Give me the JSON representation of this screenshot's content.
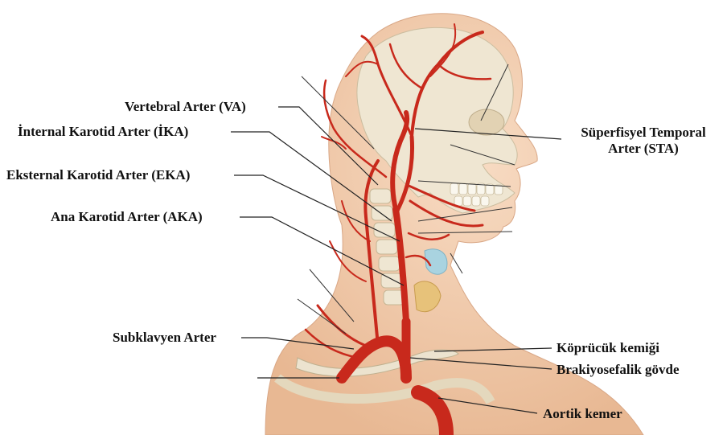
{
  "labels": {
    "vertebral": "Vertebral Arter (VA)",
    "internal_carotid": "İnternal Karotid Arter (İKA)",
    "external_carotid": "Eksternal Karotid Arter (EKA)",
    "common_carotid": "Ana Karotid Arter (AKA)",
    "subclavian": "Subklavyen Arter",
    "sta_line1": "Süperfisyel Temporal",
    "sta_line2": "Arter (STA)",
    "clavicle": "Köprücük kemiği",
    "brachiocephalic": "Brakiyosefalik gövde",
    "aortic_arch": "Aortik kemer"
  },
  "colors": {
    "artery": "#c8291c",
    "skin": "#f2c9a8",
    "bone": "#ece3cf",
    "thyroid": "#a9d3e0"
  }
}
